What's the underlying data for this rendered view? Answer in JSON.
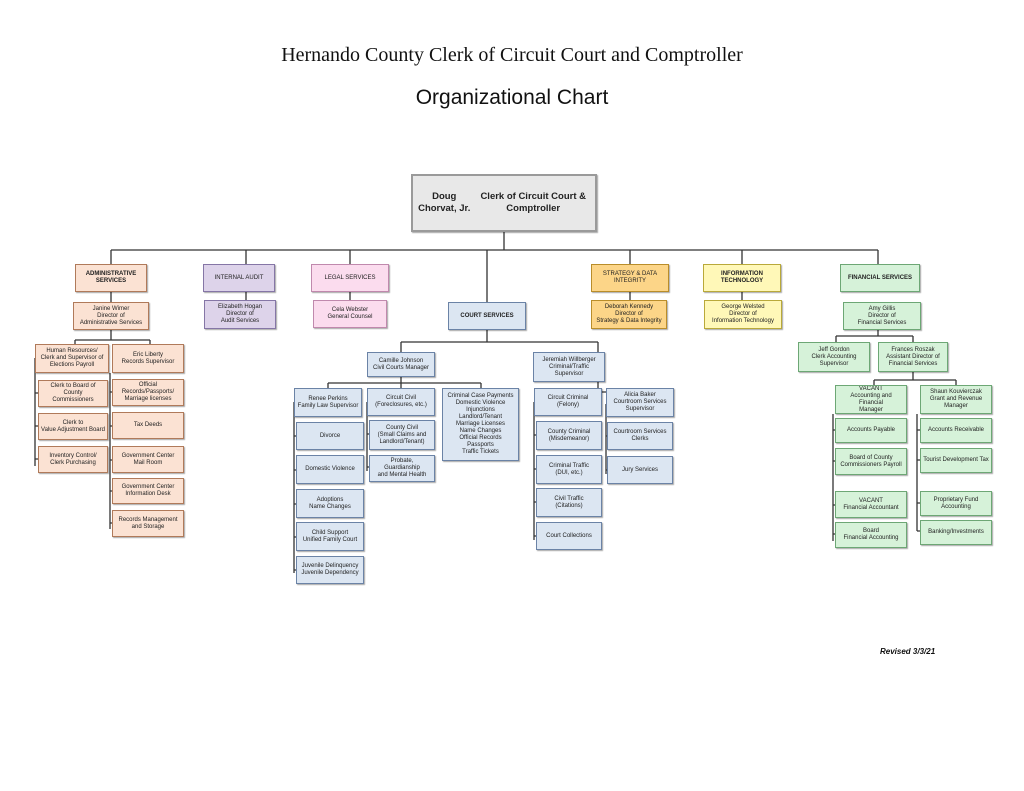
{
  "header": {
    "title": "Hernando County Clerk of Circuit Court and Comptroller",
    "subtitle": "Organizational Chart"
  },
  "root": {
    "name": "Doug Chorvat, Jr.",
    "role": "Clerk of Circuit Court & Comptroller"
  },
  "departments": {
    "admin": "ADMINISTRATIVE\nSERVICES",
    "audit": "INTERNAL AUDIT",
    "legal": "LEGAL SERVICES",
    "court": "COURT SERVICES",
    "strat": "STRATEGY & DATA\nINTEGRITY",
    "it": "INFORMATION\nTECHNOLOGY",
    "fin": "FINANCIAL SERVICES"
  },
  "admin": {
    "director": "Janine Wimer\nDirector of\nAdministrative Services",
    "hr": "Human Resources/\nClerk and Supervisor of\nElections Payroll",
    "records_sup": "Eric Liberty\nRecords Supervisor",
    "left_items": [
      "Clerk to Board of County\nCommissioners",
      "Clerk to\nValue Adjustment Board",
      "Inventory Control/\nClerk Purchasing"
    ],
    "right_items": [
      "Official Records/Passports/\nMarriage licenses",
      "Tax Deeds",
      "Government Center\nMail Room",
      "Government Center\nInformation Desk",
      "Records Management\nand Storage"
    ]
  },
  "audit": {
    "director": "Elizabeth Hogan\nDirector of\nAudit Services"
  },
  "legal": {
    "counsel": "Cela Webster\nGeneral Counsel"
  },
  "court": {
    "civil_mgr": "Camille Johnson\nCivil Courts Manager",
    "criminal_sup": "Jeremiah Willberger\nCriminal/Traffic\nSupervisor",
    "family_sup": "Renee Perkins\nFamily Law Supervisor",
    "family_items": [
      "Divorce",
      "Domestic Violence",
      "Adoptions\nName Changes",
      "Child Support\nUnified Family Court",
      "Juvenile Delinquency\nJuvenile Dependency"
    ],
    "civil_items": [
      "Circuit Civil\n(Foreclosures, etc.)",
      "County Civil\n(Small Claims and\nLandlord/Tenant)",
      "Probate, Guardianship\nand Mental Health"
    ],
    "misc_list": "Criminal Case Payments\nDomestic Violence\nInjunctions\nLandlord/Tenant\nMarriage Licenses\nName Changes\nOfficial Records\nPassports\nTraffic Tickets",
    "criminal_items": [
      "Circuit Criminal\n(Felony)",
      "County Criminal\n(Misdemeanor)",
      "Criminal Traffic\n(DUI, etc.)",
      "Civil Traffic\n(Citations)",
      "Court Collections"
    ],
    "courtroom_sup": "Alicia Baker\nCourtroom Services\nSupervisor",
    "courtroom_items": [
      "Courtroom Services\nClerks",
      "Jury Services"
    ]
  },
  "strat": {
    "director": "Deborah Kennedy\nDirector of\nStrategy & Data Integrity"
  },
  "it": {
    "director": "George Welsted\nDirector of\nInformation Technology"
  },
  "fin": {
    "director": "Amy Gillis\nDirector of\nFinancial Services",
    "clerk_acct": "Jeff Gordon\nClerk Accounting\nSupervisor",
    "asst_dir": "Frances Roszak\nAssistant Director of\nFinancial Services",
    "acct_mgr": "VACANT\nAccounting and Financial\nManager",
    "grant_mgr": "Shaun Kouvierczak\nGrant and Revenue\nManager",
    "accounts_payable": "Accounts Payable",
    "accounts_receivable": "Accounts Receivable",
    "bocc_payroll": "Board of County\nCommissioners Payroll",
    "tourist_tax": "Tourist Development Tax",
    "fin_accountant": "VACANT\nFinancial Accountant",
    "board_fin_acct": "Board\nFinancial Accounting",
    "proprietary": "Proprietary Fund\nAccounting",
    "banking": "Banking/Investments"
  },
  "footer": {
    "revised": "Revised 3/3/21"
  }
}
